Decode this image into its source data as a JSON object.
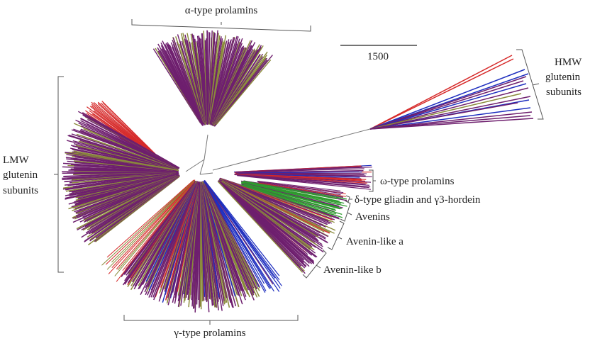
{
  "scale_bar": {
    "label": "1500"
  },
  "labels": {
    "alpha": "α-type prolamins",
    "hmw": [
      "HMW",
      "glutenin",
      "subunits"
    ],
    "lmw": [
      "LMW",
      "glutenin",
      "subunits"
    ],
    "omega": "ω-type prolamins",
    "delta": "δ-type gliadin and γ3-hordein",
    "avenins": "Avenins",
    "avenin_a": "Avenin-like a",
    "avenin_b": "Avenin-like b",
    "gamma": "γ-type prolamins"
  },
  "colors": {
    "purple": "#6e1f6e",
    "olive": "#8a8a3a",
    "red": "#d62a2a",
    "blue": "#1f2fbf",
    "green": "#2e9a2e",
    "branch": "#777777"
  }
}
